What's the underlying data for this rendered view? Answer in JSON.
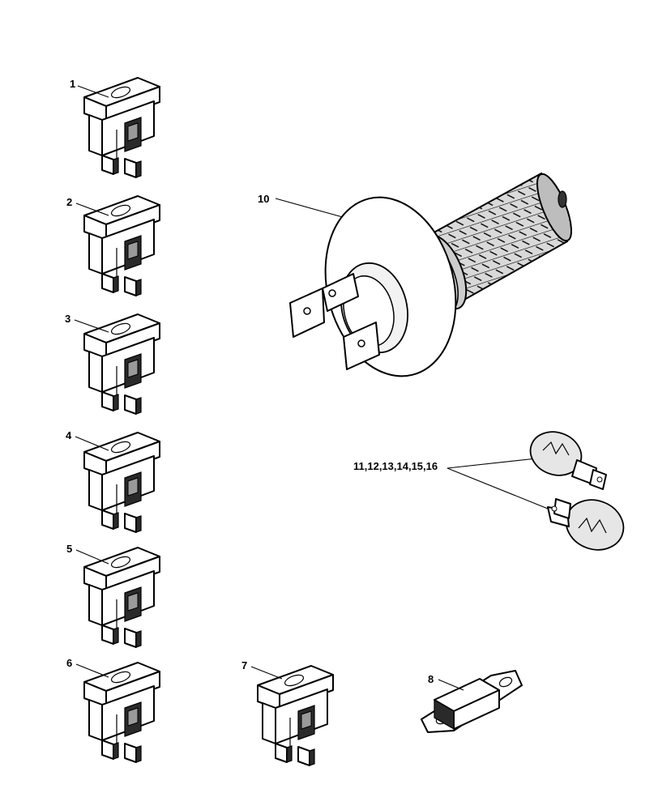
{
  "callouts": {
    "fuse_1": "1",
    "fuse_2": "2",
    "fuse_3": "3",
    "fuse_4": "4",
    "fuse_5": "5",
    "fuse_6": "6",
    "fuse_7": "7",
    "fuse_8": "8",
    "headlamp_bulb": "10",
    "signal_bulbs": "11,12,13,14,15,16"
  },
  "colors": {
    "line": "#000000",
    "background": "#ffffff",
    "shadow": "#2a2a2a",
    "fill_mid": "#9a9a9a",
    "glass": "#e6e6e6"
  }
}
